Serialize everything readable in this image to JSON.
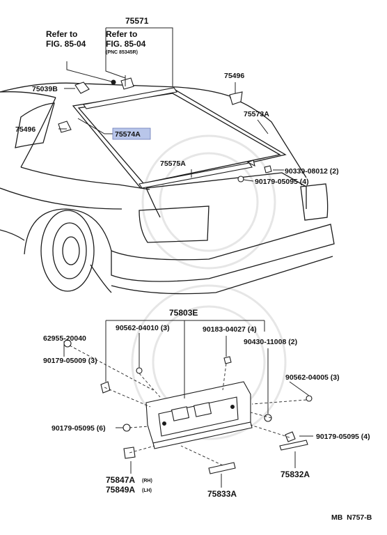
{
  "diagram": {
    "refer_1": [
      "Refer to",
      "FIG. 85-04"
    ],
    "refer_2": [
      "Refer to",
      "FIG. 85-04"
    ],
    "refer_2_pnc": "(PNC 85345R)",
    "labels": {
      "p75571": "75571",
      "p75039b": "75039B",
      "p75496_top": "75496",
      "p75496_left": "75496",
      "p75573a": "75573A",
      "p75574a": "75574A",
      "p75575a": "75575A",
      "p90339": "90339-08012 (2)",
      "p90179_05095_4_top": "90179-05095 (4)",
      "p75803e": "75803E",
      "p90562_04010": "90562-04010 (3)",
      "p90183": "90183-04027 (4)",
      "p62955": "62955-20040",
      "p90430": "90430-11008 (2)",
      "p90179_05009": "90179-05009 (3)",
      "p90562_04005": "90562-04005 (3)",
      "p90179_05095_6": "90179-05095 (6)",
      "p90179_05095_4_bot": "90179-05095 (4)",
      "p75847a": "75847A",
      "p75847a_side": "(RH)",
      "p75849a": "75849A",
      "p75849a_side": "(LH)",
      "p75832a": "75832A",
      "p75833a": "75833A"
    },
    "highlight_color": "#b9c6ea",
    "footer_code": "MB  N757-B"
  }
}
